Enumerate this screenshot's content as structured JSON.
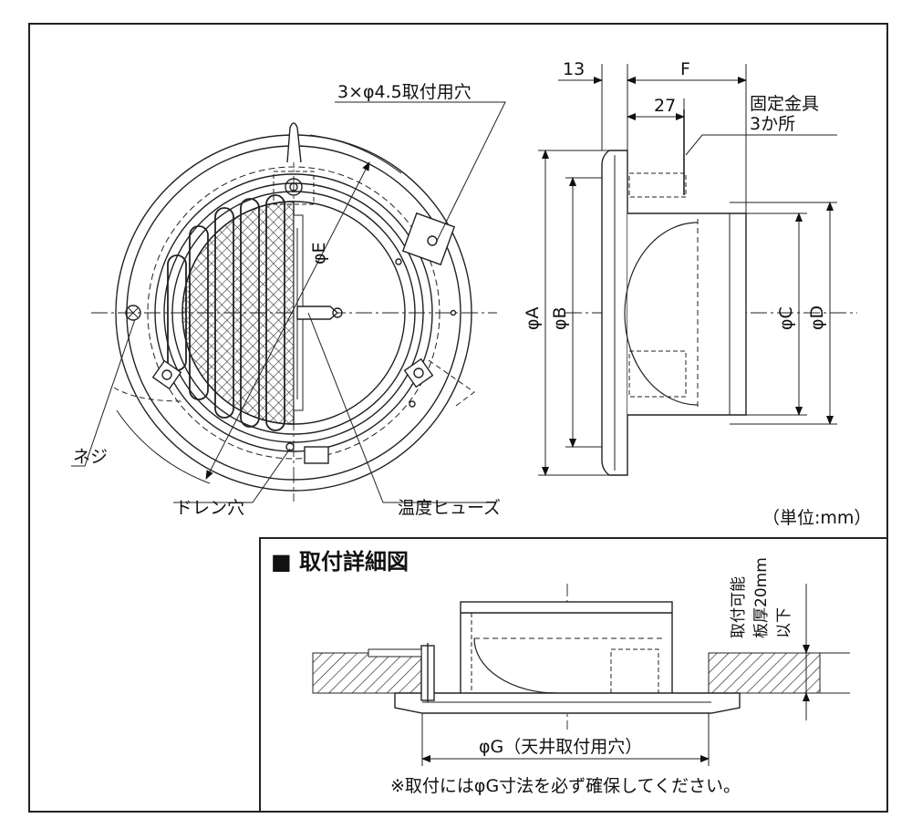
{
  "labels": {
    "mounting_holes": "3×φ4.5取付用穴",
    "dim_13": "13",
    "dim_F": "F",
    "dim_27": "27",
    "bracket_line1": "固定金具",
    "bracket_line2": "3か所",
    "phi_E": "φE",
    "phi_A": "φA",
    "phi_B": "φB",
    "phi_C": "φC",
    "phi_D": "φD",
    "screw": "ネジ",
    "drain_hole": "ドレン穴",
    "thermal_fuse": "温度ヒューズ",
    "unit": "（単位:mm）"
  },
  "detail": {
    "title": "■ 取付詳細図",
    "thickness_line1": "取付可能",
    "thickness_line2": "板厚20mm",
    "thickness_line3": "以下",
    "phi_G": "φG（天井取付用穴）",
    "note": "※取付にはφG寸法を必ず確保してください。"
  }
}
